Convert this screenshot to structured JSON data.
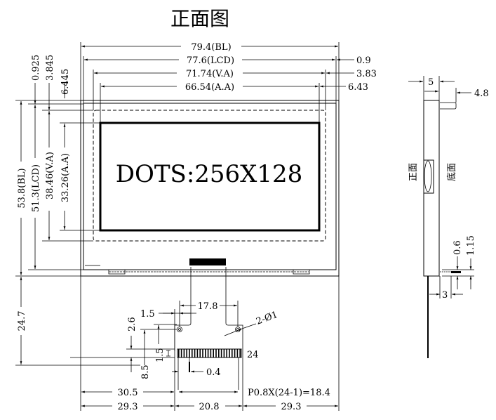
{
  "title": "正面图",
  "display_text": "DOTS:256X128",
  "top_dims": {
    "bl": "79.4(BL)",
    "lcd": "77.6(LCD)",
    "va": "71.74(V.A)",
    "aa": "66.54(A.A)",
    "right_lcd": "0.9",
    "right_va": "3.83",
    "right_aa": "6.43"
  },
  "left_dims": {
    "off_lcd": "0.925",
    "off_va": "3.845",
    "off_aa": "6.445",
    "bl": "53.8(BL)",
    "lcd": "51.3(LCD)",
    "va": "38.46(V.A)",
    "aa": "33.26(A.A)",
    "fpc_len": "24.7"
  },
  "fpc_dims": {
    "hole_span": "17.8",
    "hole_off_x": "1.5",
    "hole_off_y": "2.6",
    "holes": "2-Ø1",
    "pin_len": "1.5",
    "tail": "8.5",
    "pin_width": "0.4",
    "pin_count": "24",
    "left_to_pin": "30.5",
    "pitch": "P0.8X(24-1)=18.4",
    "left": "29.3",
    "fpc_width": "20.8",
    "right": "29.3"
  },
  "side_view": {
    "thickness": "5",
    "tab": "4.8",
    "front_label": "正面",
    "back_label": "底面",
    "fpc_thk": "0.6",
    "fpc_total": "1.15",
    "fpc_off": "3"
  },
  "colors": {
    "line": "#000000",
    "background": "#ffffff"
  }
}
